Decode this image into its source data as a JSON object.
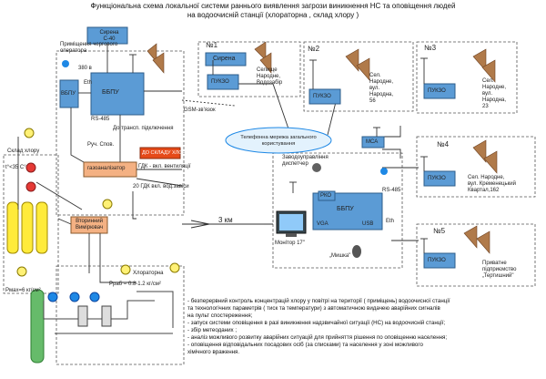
{
  "title": {
    "line1": "Функціональна схема     локальної системи раннього виявлення   загрози виникнення   НС та оповіщення людей",
    "line2": "на водоочисній станції (хлораторна , склад хлору )"
  },
  "operator_room": {
    "label": "Приміщення чергового\nоператора",
    "siren": "Сирена\nС-40",
    "bbpu": "ББПУ",
    "vbpu": "ВБПУ",
    "eth": "Eth",
    "rs485": "RS-485",
    "voltage": "380 в",
    "manual_start": "Руч. Спов.",
    "to_transport": "До трансп. підключення",
    "gsm": "GSM-зв'язок",
    "gas_analyzer": "газоаналізатор",
    "to_chlorine_store": "ДО СКЛАДУ ХЛОРУ",
    "vent": "ГДК - вкл. вентиляції",
    "valve_20": "20 ГДК вкл. вод.завіси"
  },
  "chlorine_store": {
    "label": "Склад хлору",
    "temp": "t°<35 C°",
    "cylinders": "Вторинний\nВимірювач"
  },
  "chlorinator": {
    "label": "Хлораторна",
    "pmax": "Pмах=6 кг/см²",
    "pwork": "Ppaб = 0.8-1.2 кг/см²"
  },
  "nodes": [
    {
      "id": "№1",
      "device": "ПУКЗО",
      "siren": "Сирена",
      "place": "Селище\nНародне,\nВодозабір"
    },
    {
      "id": "№2",
      "device": "ПУКЗО",
      "place": "Сел.\nНародне,\nвул.\nНародна,\n56"
    },
    {
      "id": "№3",
      "device": "ПУКЗО",
      "place": "Сел.\nНародне,\nвул.\nНародна,\n23"
    },
    {
      "id": "№4",
      "device": "ПУКЗО",
      "place": "Сел. Народне,\nвул. Кременецький\nКвартал,162"
    },
    {
      "id": "№5",
      "device": "ПУКЗО",
      "place": "Приватне\nпідприємство\n„Тертишний\""
    }
  ],
  "dispatcher": {
    "label": "Заводоуправління\nдиспетчер",
    "bbpu": "ББПУ",
    "rko": "РКО",
    "rs485": "RS-485",
    "vga": "VGA",
    "usb": "USB",
    "eth": "Eth",
    "monitor": "Монітор 17\"",
    "mouse": "„Мишка\"",
    "mca": "МСА"
  },
  "network": "Телефонна мережа загального\nкористування",
  "distance": "3 км",
  "bullets": [
    "- безперервний контроль концентрацій хлору у повітрі на території ( приміщень) водоочисної станції",
    "  та технологічних параметрів ( тиск та температури) з автоматичною видачею аварійних сигналів",
    "  на пульт спостереження;",
    "- запуск системи оповіщення в разі виникнення надзвичайної ситуації (НС) на водоочисній станції;",
    "- збір метеоданих  ;",
    "- аналіз можливого розвитку аварійних ситуацій для прийняття рішення по оповіщенню населення;",
    "- оповіщення відповідальних посадових осіб (за списками) та населення у зоні можливого",
    "  хімічного враження."
  ]
}
